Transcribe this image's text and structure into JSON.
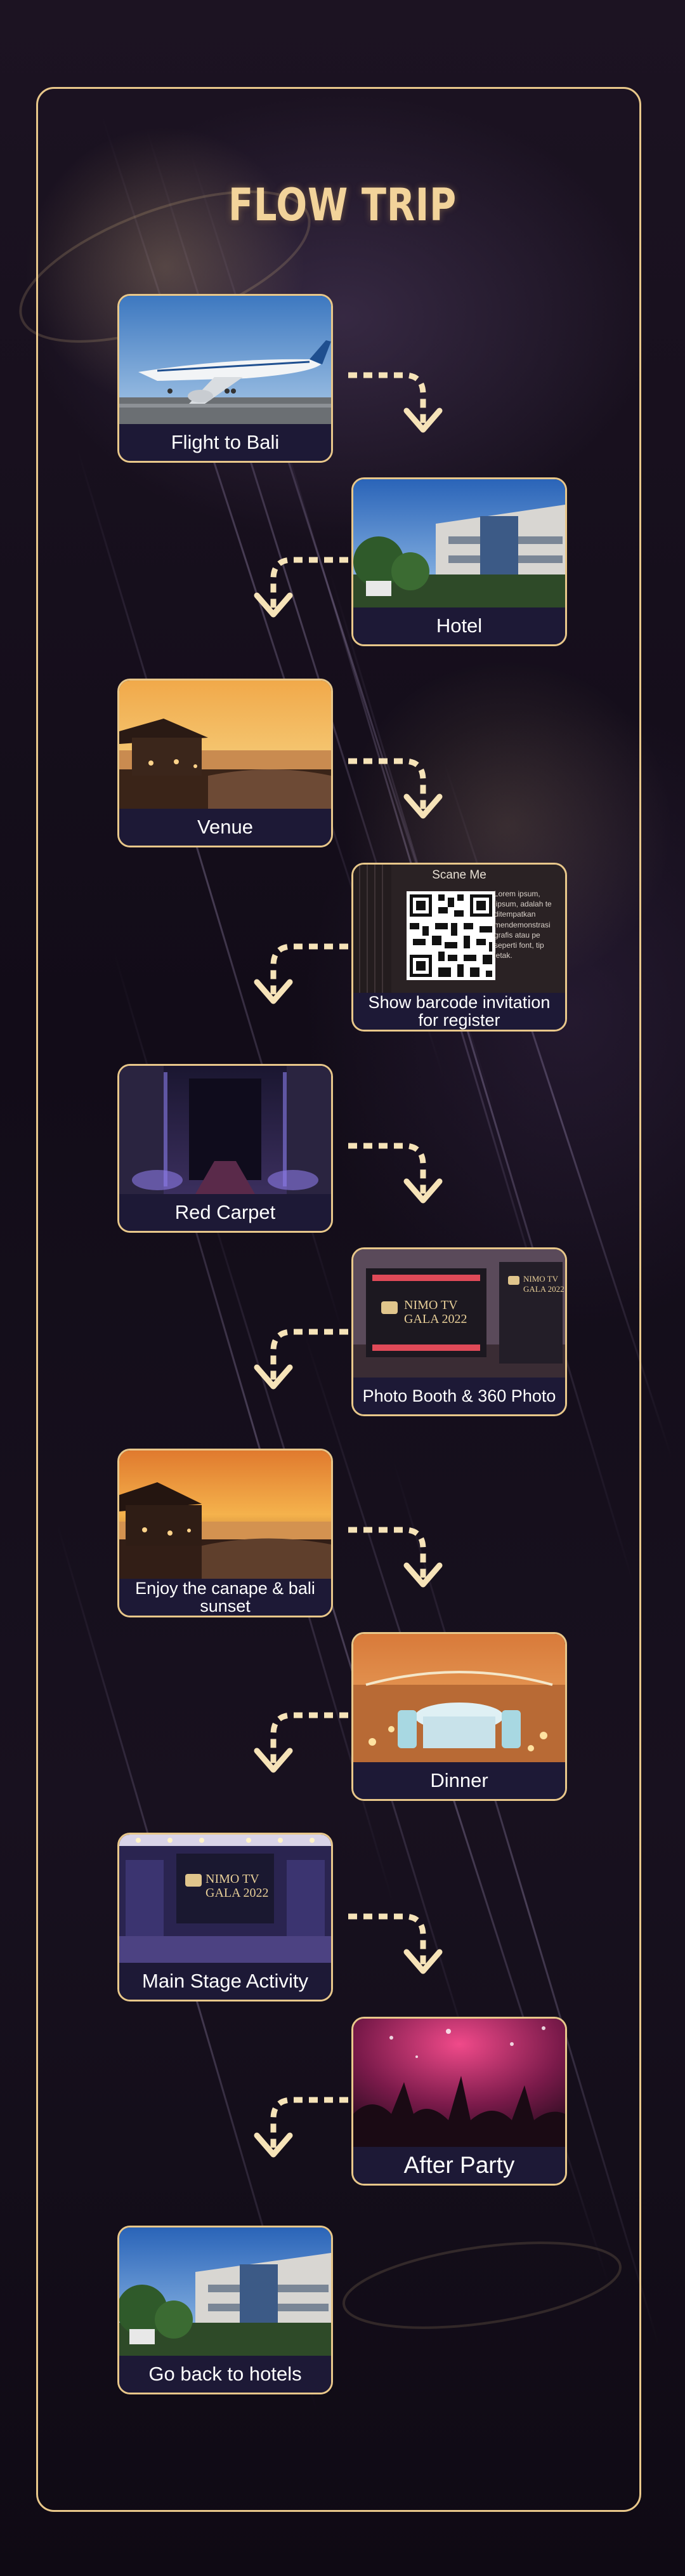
{
  "page": {
    "title": "FLOW TRIP"
  },
  "colors": {
    "gold": "#e8c78a",
    "caption_bg": "#1d1936",
    "background": "#140e1a"
  },
  "steps": [
    {
      "label": "Flight to Bali",
      "image": "airplane-photo"
    },
    {
      "label": "Hotel",
      "image": "hotel-photo"
    },
    {
      "label": "Venue",
      "image": "venue-sunset-photo"
    },
    {
      "label": "Show barcode invitation for register",
      "image": "qr-code-invitation"
    },
    {
      "label": "Red Carpet",
      "image": "red-carpet-hall-photo"
    },
    {
      "label": "Photo Booth & 360 Photo",
      "image": "photo-booth-photo"
    },
    {
      "label": "Enjoy the canape & bali sunset",
      "image": "bali-sunset-photo"
    },
    {
      "label": "Dinner",
      "image": "dinner-setup-photo"
    },
    {
      "label": "Main Stage Activity",
      "image": "main-stage-photo"
    },
    {
      "label": "After Party",
      "image": "after-party-photo"
    },
    {
      "label": "Go back to hotels",
      "image": "hotel-photo"
    }
  ],
  "qr_card": {
    "heading": "Scane Me",
    "side_text": "Lorem ipsum, lipsum, adalah te ditempatkan mendemonstrasi grafis atau pe seperti font, tip letak."
  },
  "event_sign": {
    "line1": "NIMO TV",
    "line2": "GALA 2022"
  }
}
